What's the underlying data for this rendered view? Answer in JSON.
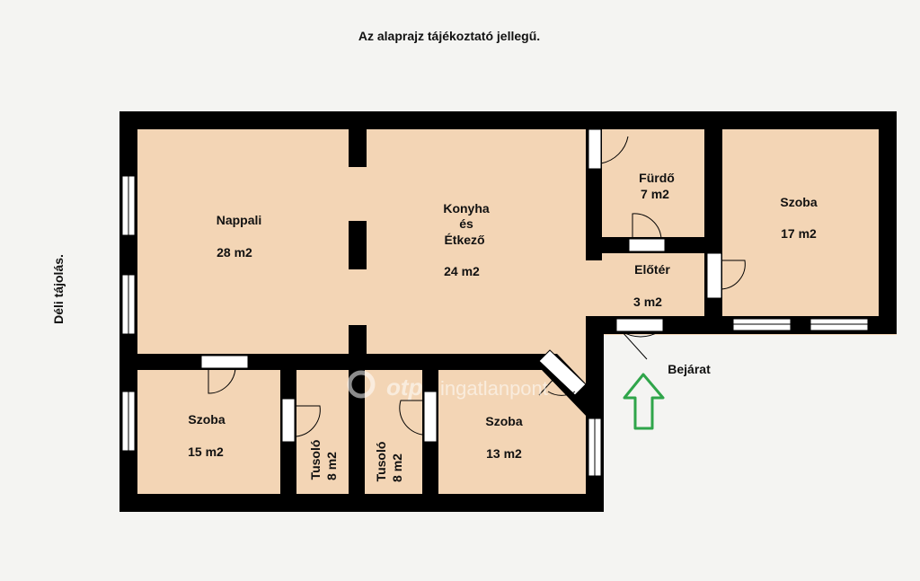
{
  "caption": "Az alaprajz tájékoztató jellegű.",
  "orientation": "Déli tájolás.",
  "entrance_label": "Bejárat",
  "watermark": {
    "brand": "otp",
    "suffix": "ingatlanpont"
  },
  "rooms": {
    "nappali": {
      "name": "Nappali",
      "area": "28 m2"
    },
    "konyha": {
      "name_line1": "Konyha",
      "name_line2": "és",
      "name_line3": "Étkező",
      "area": "24 m2"
    },
    "furdo": {
      "name": "Fürdő",
      "area": "7 m2"
    },
    "szoba_ne": {
      "name": "Szoba",
      "area": "17 m2"
    },
    "eloter": {
      "name": "Előtér",
      "area": "3 m2"
    },
    "szoba_sw": {
      "name": "Szoba",
      "area": "15 m2"
    },
    "tusolo_1": {
      "name": "Tusoló",
      "area": "8 m2"
    },
    "tusolo_2": {
      "name": "Tusoló",
      "area": "8 m2"
    },
    "szoba_s": {
      "name": "Szoba",
      "area": "13 m2"
    }
  },
  "colors": {
    "background": "#f4f4f2",
    "floor": "#f3d5b5",
    "wall": "#000000",
    "window": "#ffffff",
    "entrance_arrow": "#2fa54a"
  }
}
